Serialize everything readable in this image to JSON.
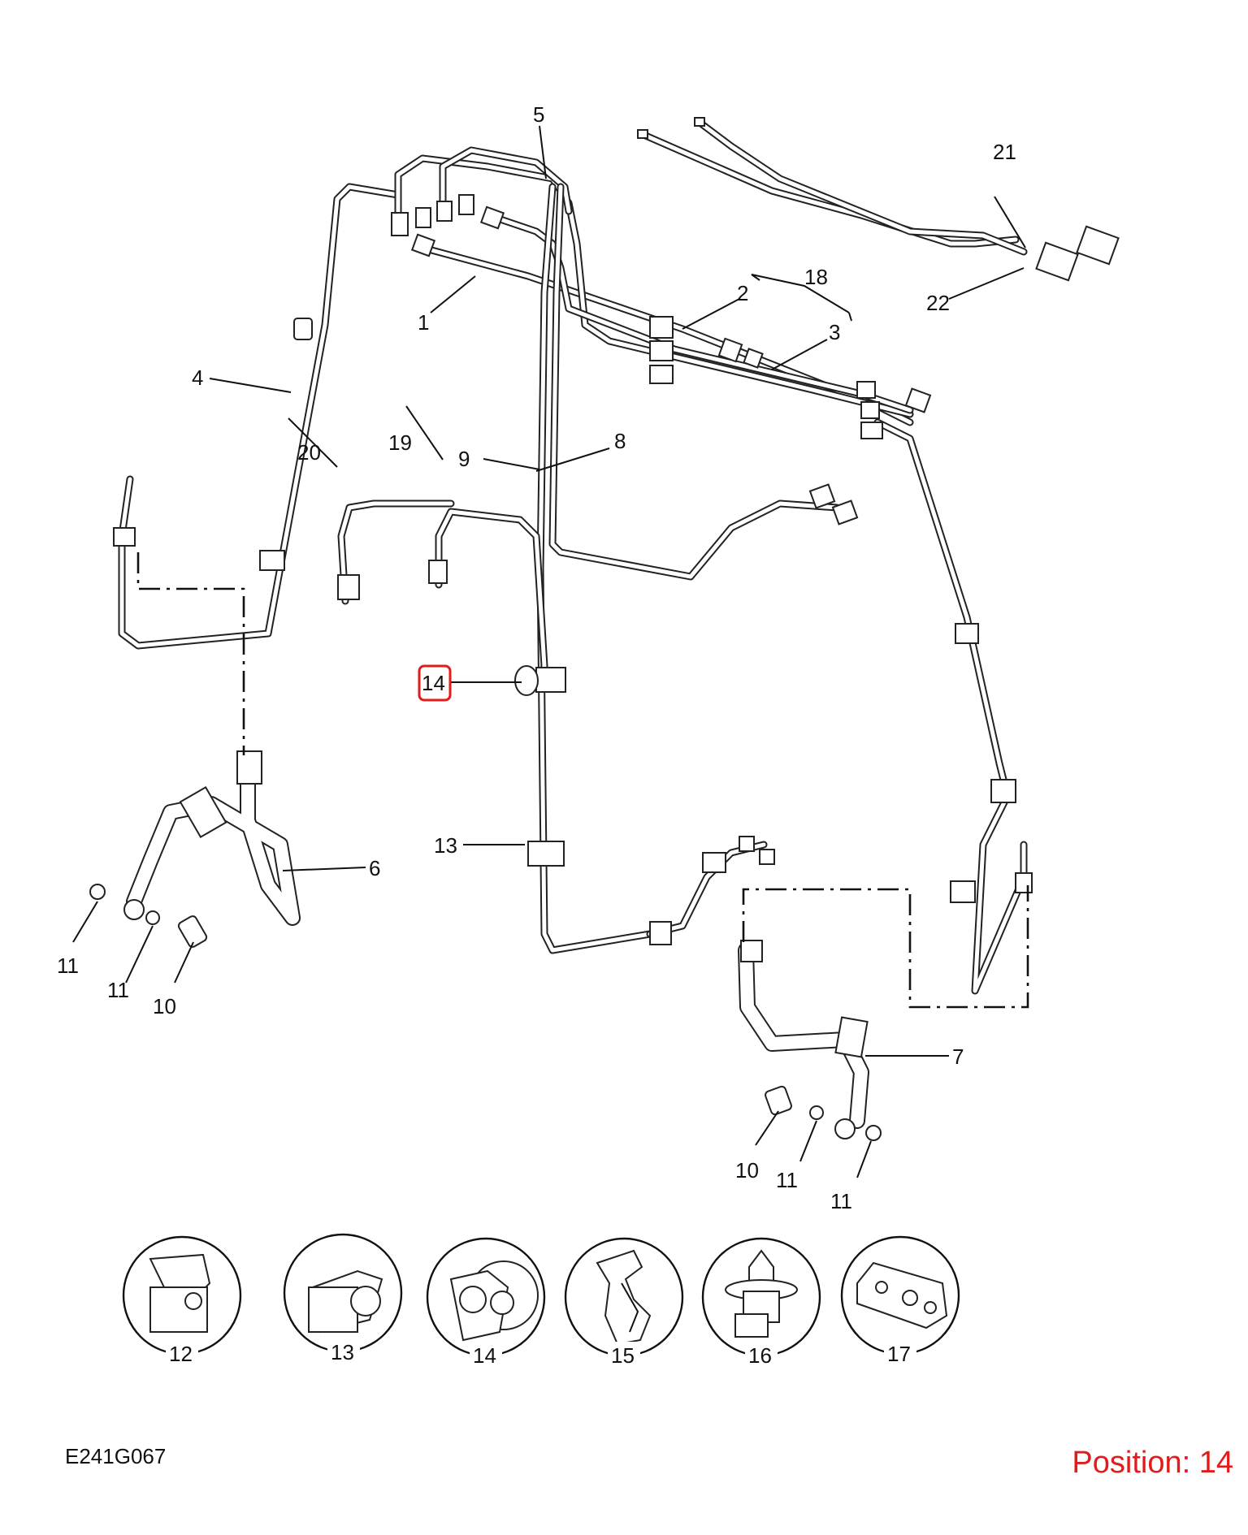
{
  "callouts": {
    "c1": "1",
    "c2": "2",
    "c3": "3",
    "c4": "4",
    "c5": "5",
    "c6": "6",
    "c7": "7",
    "c8": "8",
    "c9": "9",
    "c10a": "10",
    "c10b": "10",
    "c11a": "11",
    "c11b": "11",
    "c11c": "11",
    "c11d": "11",
    "c13": "13",
    "c14": "14",
    "c18": "18",
    "c19": "19",
    "c20": "20",
    "c21": "21",
    "c22": "22"
  },
  "detail_labels": {
    "d12": "12",
    "d13": "13",
    "d14": "14",
    "d15": "15",
    "d16": "16",
    "d17": "17"
  },
  "footer": {
    "drawing_code": "E241G067",
    "position_text": "Position: 14"
  },
  "highlight": {
    "selected_callout": "14",
    "color": "#e31b1b"
  }
}
